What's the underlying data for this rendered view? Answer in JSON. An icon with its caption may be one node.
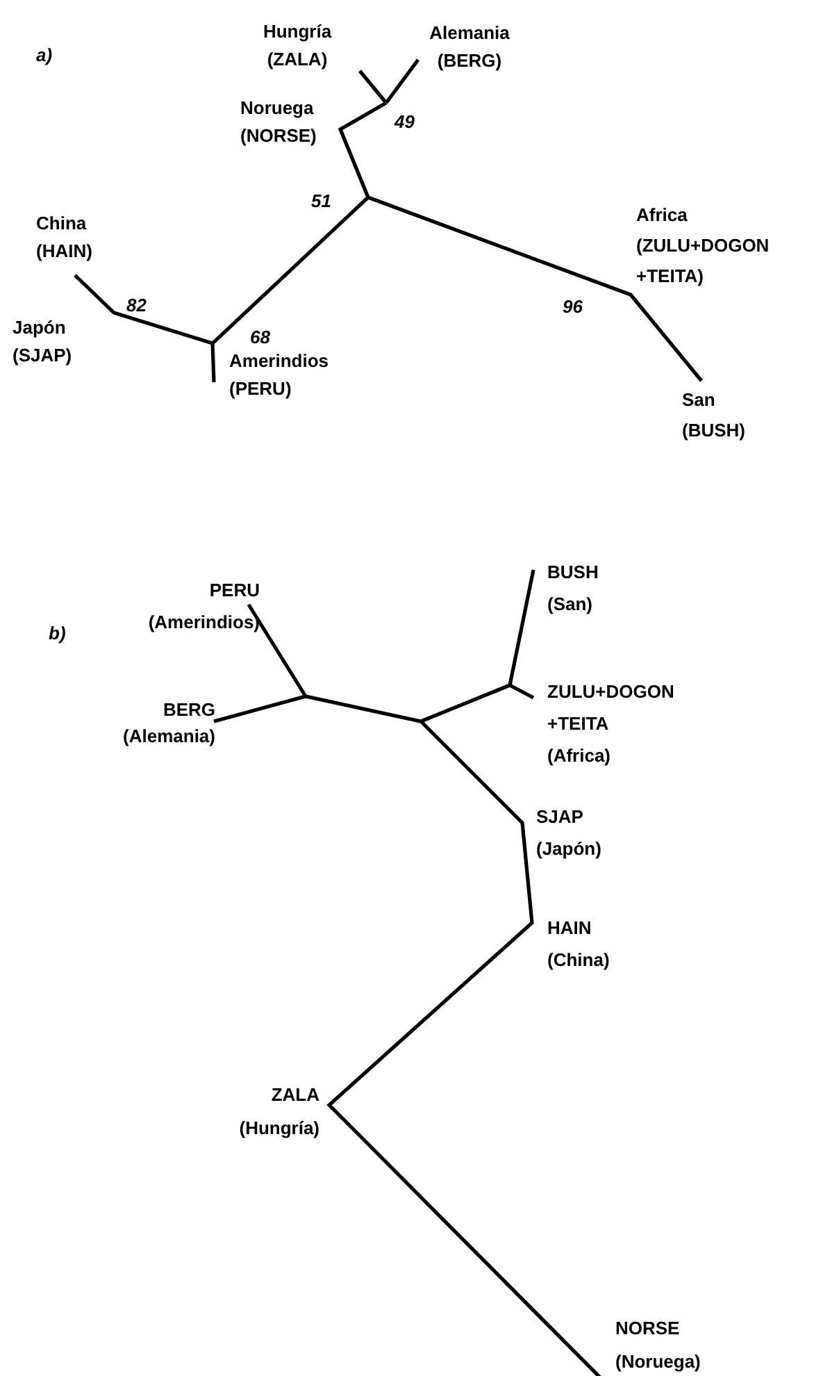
{
  "diagram": {
    "labels": [
      "a)",
      "Hungría (ZALA)",
      "Alemania (BERG)",
      "Noruega (NORSE)",
      "49",
      "51",
      "China (HAIN)",
      "Africa (ZULU+DOGON +TEITA)",
      "82",
      "96",
      "Japón (SJAP)",
      "68",
      "Amerindios (PERU)",
      "San (BUSH)",
      "BUSH (San)",
      "PERU (Amerindios)",
      "b)",
      "BERG (Alemania)",
      "ZULU+DOGON +TEITA (Africa)",
      "SJAP (Japón)",
      "HAIN (China)",
      "ZALA (Hungría)",
      "NORSE (Noruega)"
    ]
  }
}
